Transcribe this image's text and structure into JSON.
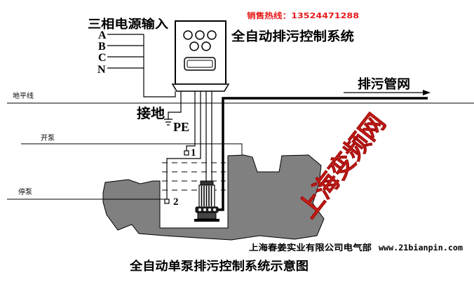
{
  "header": {
    "hotline": "销售热线：13524471288",
    "system_title": "全自动排污控制系统"
  },
  "power": {
    "label": "三相电源输入",
    "phases": [
      "A",
      "B",
      "C",
      "N"
    ]
  },
  "labels": {
    "sewage_network": "排污管网",
    "ground_line": "地平线",
    "earth": "接地",
    "pe": "PE",
    "pump_start": "开泵",
    "pump_stop": "停泵",
    "sensor_1": "1",
    "sensor_2": "2"
  },
  "watermark": "上海变频网",
  "footer": {
    "company": "上海春姜实业有限公司电气部",
    "website": "www.21bianpin.com",
    "caption": "全自动单泵排污控制系统示意图"
  },
  "colors": {
    "hotline": "#e8191a",
    "watermark": "#e5321c",
    "terrain": "#808080",
    "line": "#000000"
  },
  "icons": {
    "ground": "ground-icon",
    "pump": "pump-icon",
    "control_cabinet": "control-cabinet-icon",
    "arrow": "arrow-right-icon"
  }
}
